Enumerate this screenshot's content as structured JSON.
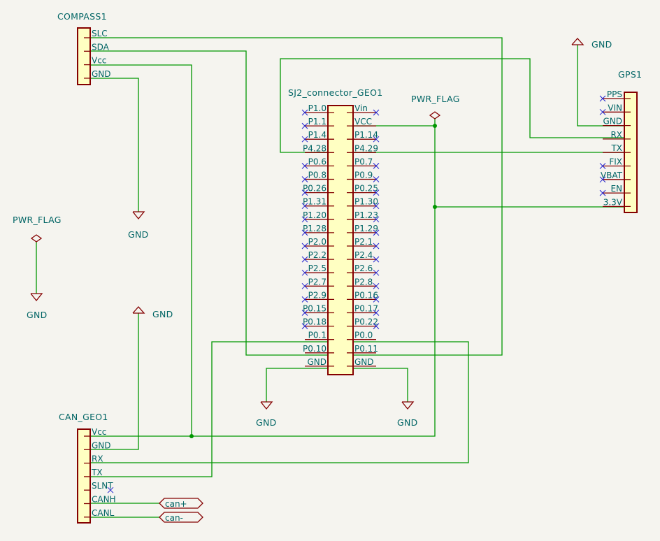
{
  "compass": {
    "ref": "COMPASS1",
    "pins": [
      "SLC",
      "SDA",
      "Vcc",
      "GND"
    ]
  },
  "gps": {
    "ref": "GPS1",
    "pins": [
      "PPS",
      "VIN",
      "GND",
      "RX",
      "TX",
      "FIX",
      "VBAT",
      "EN",
      "3.3V"
    ]
  },
  "can": {
    "ref": "CAN_GEO1",
    "pins": [
      "Vcc",
      "GND",
      "RX",
      "TX",
      "SLNT",
      "CANH",
      "CANL"
    ]
  },
  "sj2": {
    "ref": "SJ2_connector_GEO1",
    "left_pins": [
      "P1.0",
      "P1.1",
      "P1.4",
      "P4.28",
      "P0.6",
      "P0.8",
      "P0.26",
      "P1.31",
      "P1.20",
      "P1.28",
      "P2.0",
      "P2.2",
      "P2.5",
      "P2.7",
      "P2.9",
      "P0.15",
      "P0.18",
      "P0.1",
      "P0.10",
      "GND"
    ],
    "right_pins": [
      "Vin",
      "VCC",
      "P1.14",
      "P4.29",
      "P0.7",
      "P0.9",
      "P0.25",
      "P1.30",
      "P1.23",
      "P1.29",
      "P2.1",
      "P2.4",
      "P2.6",
      "P2.8",
      "P0.16",
      "P0.17",
      "P0.22",
      "P0.0",
      "P0.11",
      "GND"
    ]
  },
  "power": {
    "gnd": "GND",
    "pwr_flag": "PWR_FLAG"
  },
  "labels": {
    "can_plus": "can+",
    "can_minus": "can-"
  },
  "colors": {
    "wire": "#009600",
    "component_body": "#ffffc2",
    "component_outline": "#840000",
    "text": "#006464",
    "no_connect": "#2020d0",
    "background": "#f5f4ef"
  }
}
